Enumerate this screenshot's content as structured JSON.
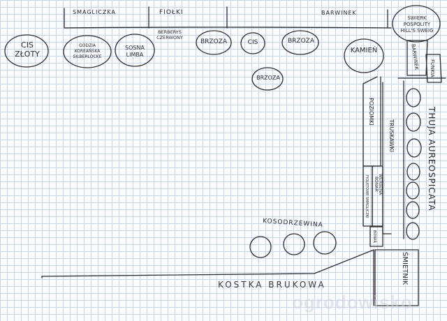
{
  "labels": {
    "smagliczka": "smagliczka",
    "fiolki": "fiołki",
    "barwinek_top": "barwinek",
    "swierk": "świerk pospolity hill's sweig",
    "cis_zloty": "cis złoty",
    "godzia": "godzia koreańska silberlocke",
    "sosna": "sosna limba",
    "berberys": "berberys czerwony",
    "brzoza1": "brzoza",
    "cis": "cis",
    "brzoza2": "brzoza",
    "kamien": "kamień",
    "brzoza3": "brzoza",
    "barwinek_right": "barwinek",
    "funkia": "funkia",
    "poziomki": "poziomki",
    "truskawki": "truskawki",
    "thuja": "thuja aureospicata",
    "werbena": "werbena bonar",
    "fioletowe": "fioletowe smagliczki",
    "bonar": "bonar",
    "kosodrzewina": "kosodrzewina",
    "kostka": "kostka brukowa",
    "smietnik": "śmietnik",
    "watermark": "ogrodowisko"
  }
}
